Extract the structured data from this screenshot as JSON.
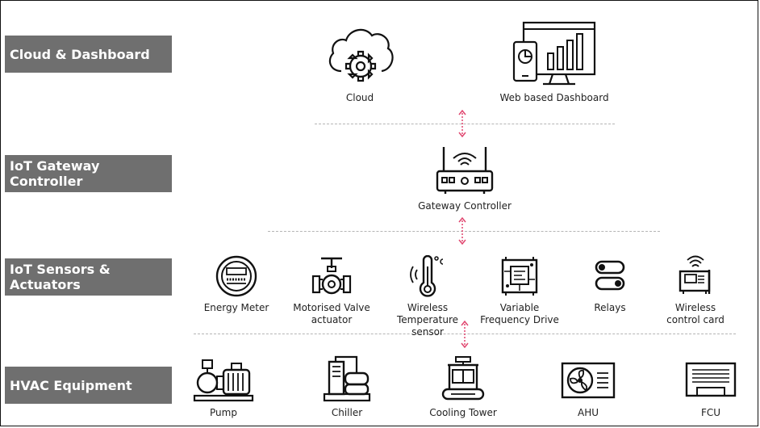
{
  "tiers": {
    "cloud": "Cloud & Dashboard",
    "gateway": "IoT Gateway Controller",
    "sensors": "IoT Sensors & Actuators",
    "hvac": "HVAC Equipment"
  },
  "cloud_items": [
    "Cloud",
    "Web based Dashboard"
  ],
  "gateway_items": [
    "Gateway Controller"
  ],
  "sensor_items": [
    {
      "line1": "Energy Meter",
      "line2": ""
    },
    {
      "line1": "Motorised Valve",
      "line2": "actuator"
    },
    {
      "line1": "Wireless Temperature",
      "line2": "sensor"
    },
    {
      "line1": "Variable",
      "line2": "Frequency Drive"
    },
    {
      "line1": "Relays",
      "line2": ""
    },
    {
      "line1": "Wireless",
      "line2": "control card"
    }
  ],
  "hvac_items": [
    "Pump",
    "Chiller",
    "Cooling Tower",
    "AHU",
    "FCU"
  ],
  "colors": {
    "label_bg": "#6f6f6f",
    "arrow": "#e0456e",
    "separator": "#b5b5b5"
  }
}
